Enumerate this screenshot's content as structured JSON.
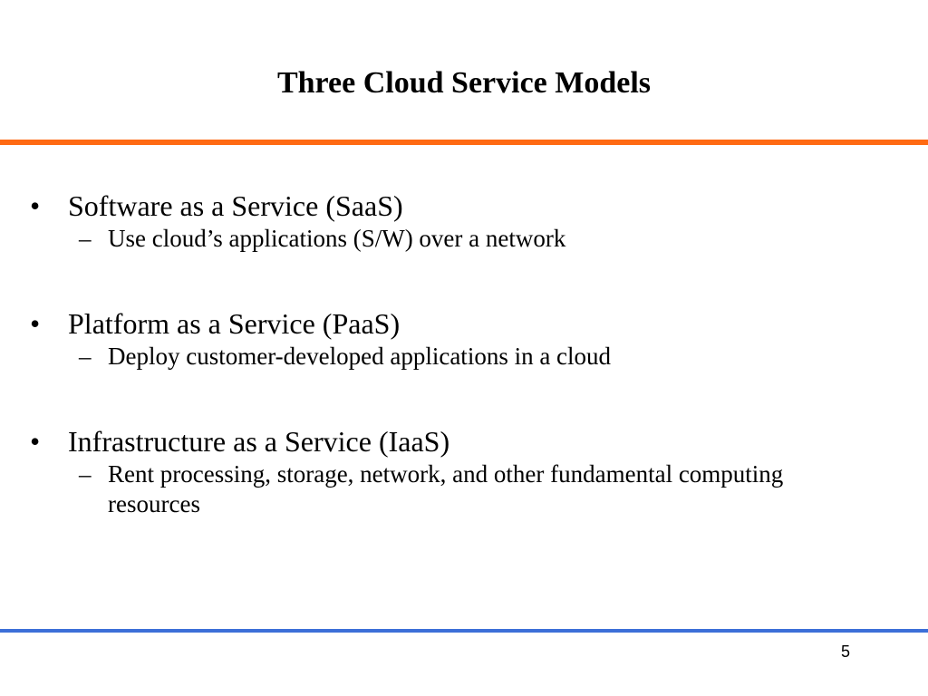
{
  "slide": {
    "title": "Three Cloud Service Models",
    "bullets": [
      {
        "marker": "•",
        "text": "Software as a Service (SaaS)",
        "sub_marker": "–",
        "sub": "Use cloud’s applications (S/W) over a network"
      },
      {
        "marker": "•",
        "text": "Platform as a Service (PaaS)",
        "sub_marker": "–",
        "sub": "Deploy customer-developed applications in a cloud"
      },
      {
        "marker": "•",
        "text": "Infrastructure as a Service (IaaS)",
        "sub_marker": "–",
        "sub": "Rent processing, storage, network, and other fundamental computing resources"
      }
    ],
    "page_number": "5"
  },
  "colors": {
    "top_rule": "#ff6a13",
    "bottom_rule": "#3c6fd8"
  }
}
